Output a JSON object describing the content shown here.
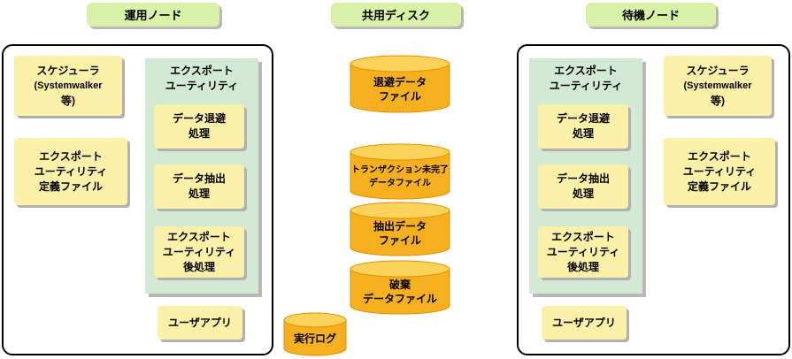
{
  "headers": {
    "active": "運用ノード",
    "shared": "共用ディスク",
    "standby": "待機ノード"
  },
  "active_node": {
    "scheduler": {
      "line1": "スケジューラ",
      "line2": "(Systemwalker",
      "line3": "等)"
    },
    "definition_file": "エクスポート\nユーティリティ\n定義ファイル",
    "utility": {
      "title": "エクスポート\nユーティリティ",
      "steps": [
        "データ退避\n処理",
        "データ抽出\n処理",
        "エクスポート\nユーティリティ\n後処理"
      ]
    },
    "user_app": "ユーザアプリ"
  },
  "shared_disk": {
    "files": [
      "退避データ\nファイル",
      "トランザクション未完了\nデータファイル",
      "抽出データ\nファイル",
      "破棄\nデータファイル"
    ],
    "exec_log": "実行ログ"
  },
  "standby_node": {
    "scheduler": {
      "line1": "スケジューラ",
      "line2": "(Systemwalker",
      "line3": "等)"
    },
    "definition_file": "エクスポート\nユーティリティ\n定義ファイル",
    "utility": {
      "title": "エクスポート\nユーティリティ",
      "steps": [
        "データ退避\n処理",
        "データ抽出\n処理",
        "エクスポート\nユーティリティ\n後処理"
      ]
    },
    "user_app": "ユーザアプリ"
  },
  "colors": {
    "header_green": "#d9f0a8",
    "box_yellow": "#faf0a8",
    "utility_green": "#d2e9d4",
    "cylinder_orange": "#f5b020",
    "cylinder_top": "#fbd35a"
  }
}
